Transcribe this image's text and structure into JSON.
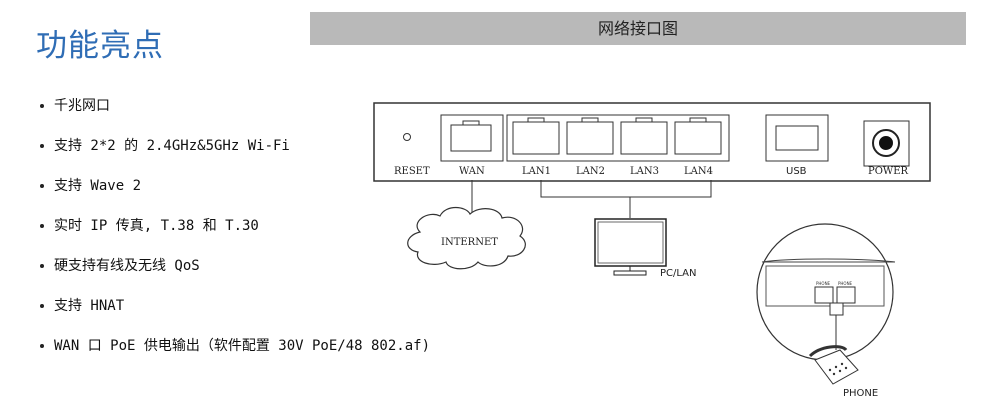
{
  "page": {
    "title": "功能亮点"
  },
  "header": {
    "title": "网络接口图"
  },
  "features": [
    "千兆网口",
    "支持 2*2 的 2.4GHz&5GHz Wi-Fi",
    "支持 Wave 2",
    "实时 IP 传真, T.38 和 T.30",
    "硬支持有线及无线 QoS",
    "支持 HNAT",
    "WAN 口 PoE 供电输出（软件配置 30V PoE/48 802.af)"
  ],
  "diagram": {
    "ports": {
      "reset": "RESET",
      "wan": "WAN",
      "lan1": "LAN1",
      "lan2": "LAN2",
      "lan3": "LAN3",
      "lan4": "LAN4",
      "usb": "USB",
      "power": "POWER"
    },
    "cloud_label": "INTERNET",
    "pc_label": "PC/LAN",
    "phone_label": "PHONE",
    "phone_port_labels": [
      "PHONE",
      "PHONE"
    ]
  }
}
